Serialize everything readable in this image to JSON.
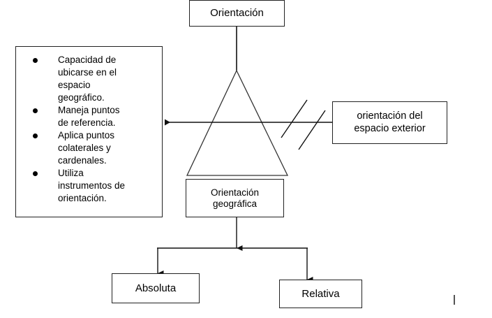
{
  "diagram": {
    "title": "Orientación",
    "nodes": {
      "root": {
        "label": "Orientación"
      },
      "geographic": {
        "line1": "Orientación",
        "line2": "geográfica"
      },
      "exterior": {
        "line1": "orientación del",
        "line2": "espacio exterior"
      },
      "absolute": {
        "label": "Absoluta"
      },
      "relative": {
        "label": "Relativa"
      }
    },
    "bullets": [
      {
        "lines": [
          "Capacidad de",
          "ubicarse en el",
          "espacio",
          "geográfico."
        ]
      },
      {
        "lines": [
          "Maneja puntos",
          "de referencia."
        ]
      },
      {
        "lines": [
          "Aplica puntos",
          "colaterales y",
          "cardenales."
        ]
      },
      {
        "lines": [
          "Utiliza",
          "instrumentos de",
          "orientación."
        ]
      }
    ],
    "colors": {
      "stroke": "#222222",
      "background": "#ffffff",
      "text": "#000000"
    }
  }
}
